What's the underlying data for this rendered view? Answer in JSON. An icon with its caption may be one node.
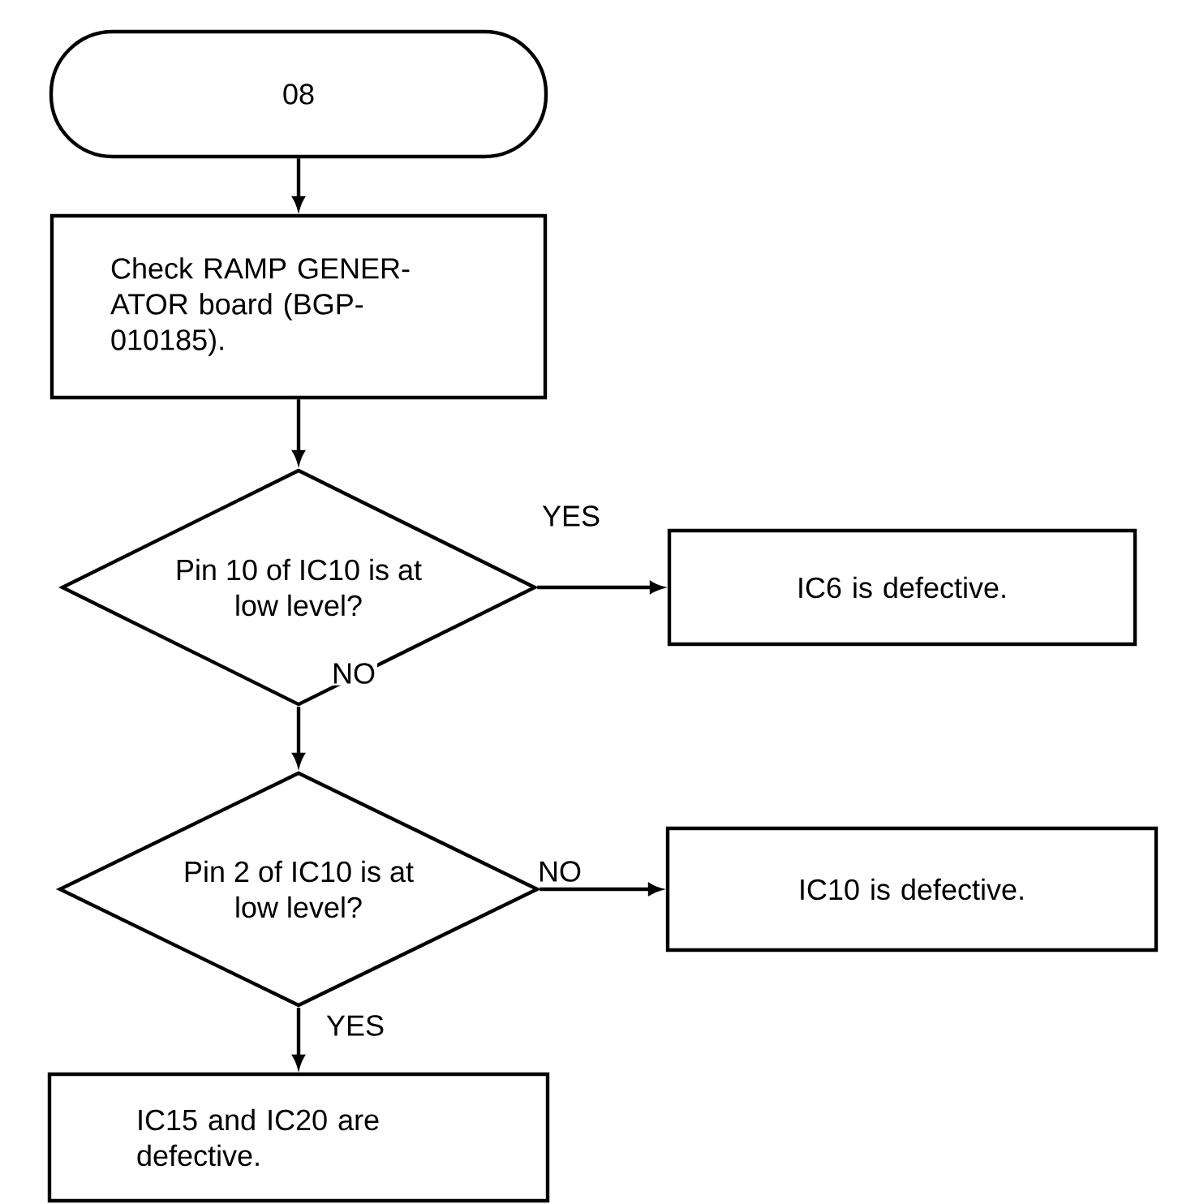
{
  "diagram": {
    "nodes": [
      {
        "text": [
          "08"
        ]
      },
      {
        "text": [
          "Check RAMP GENER- ATOR board (BGP- 010185)."
        ]
      },
      {
        "text": [
          "Pin 10 of IC10 is at low level?"
        ]
      },
      {
        "text": [
          "IC6 is defective."
        ]
      },
      {
        "text": [
          "Pin 2 of IC10 is at low level?"
        ]
      },
      {
        "text": [
          "IC10 is defective."
        ]
      },
      {
        "text": [
          "IC15 and IC20 are defective."
        ]
      }
    ],
    "edges": [
      {
        "from": 0,
        "to": 1,
        "arrow": "to"
      },
      {
        "from": 1,
        "to": 2,
        "arrow": "to"
      },
      {
        "from": 2,
        "to": 3,
        "arrow": "to",
        "label": "YES"
      },
      {
        "from": 2,
        "to": 4,
        "arrow": "to",
        "label": "NO"
      },
      {
        "from": 4,
        "to": 5,
        "arrow": "to",
        "label": "NO"
      },
      {
        "from": 4,
        "to": 6,
        "arrow": "to",
        "label": "YES"
      }
    ]
  }
}
